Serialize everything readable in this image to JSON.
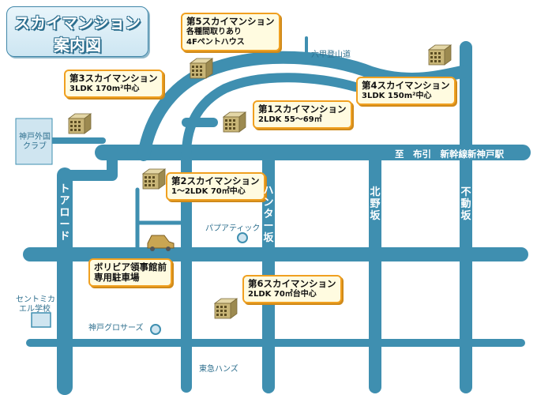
{
  "title": {
    "line1": "スカイマンション",
    "line2": "案内図"
  },
  "mansions": [
    {
      "name": "第1スカイマンション",
      "detail": "2LDK 55～69㎡"
    },
    {
      "name": "第2スカイマンション",
      "detail": "1～2LDK 70㎡中心"
    },
    {
      "name": "第3スカイマンション",
      "detail": "3LDK 170m²中心"
    },
    {
      "name": "第4スカイマンション",
      "detail": "3LDK 150m²中心"
    },
    {
      "name": "第5スカイマンション",
      "detail1": "各種間取りあり",
      "detail2": "4Fペントハウス"
    },
    {
      "name": "第6スカイマンション",
      "detail": "2LDK 70㎡台中心"
    }
  ],
  "parking": {
    "line1": "ボリビア領事館前",
    "line2": "専用駐車場"
  },
  "roads": {
    "toa": "トアロード",
    "hunter": "ハンター坂",
    "kitano": "北野坂",
    "fudo": "不動坂",
    "east": "至　布引　新幹線新神戸駅",
    "rokko": "六甲登山道"
  },
  "landmarks": {
    "kobe_club": "神戸外国クラブ",
    "st_michael_1": "セントミカ",
    "st_michael_2": "エル学校",
    "papatic": "パプアティック",
    "kobe_grocers": "神戸グロサーズ",
    "tokyu_hands": "東急ハンズ"
  },
  "colors": {
    "road": "#3f8fb0",
    "callout_border": "#f0a020",
    "callout_bg": "#fffbe0",
    "landmark_fill": "#cfe5f0"
  }
}
